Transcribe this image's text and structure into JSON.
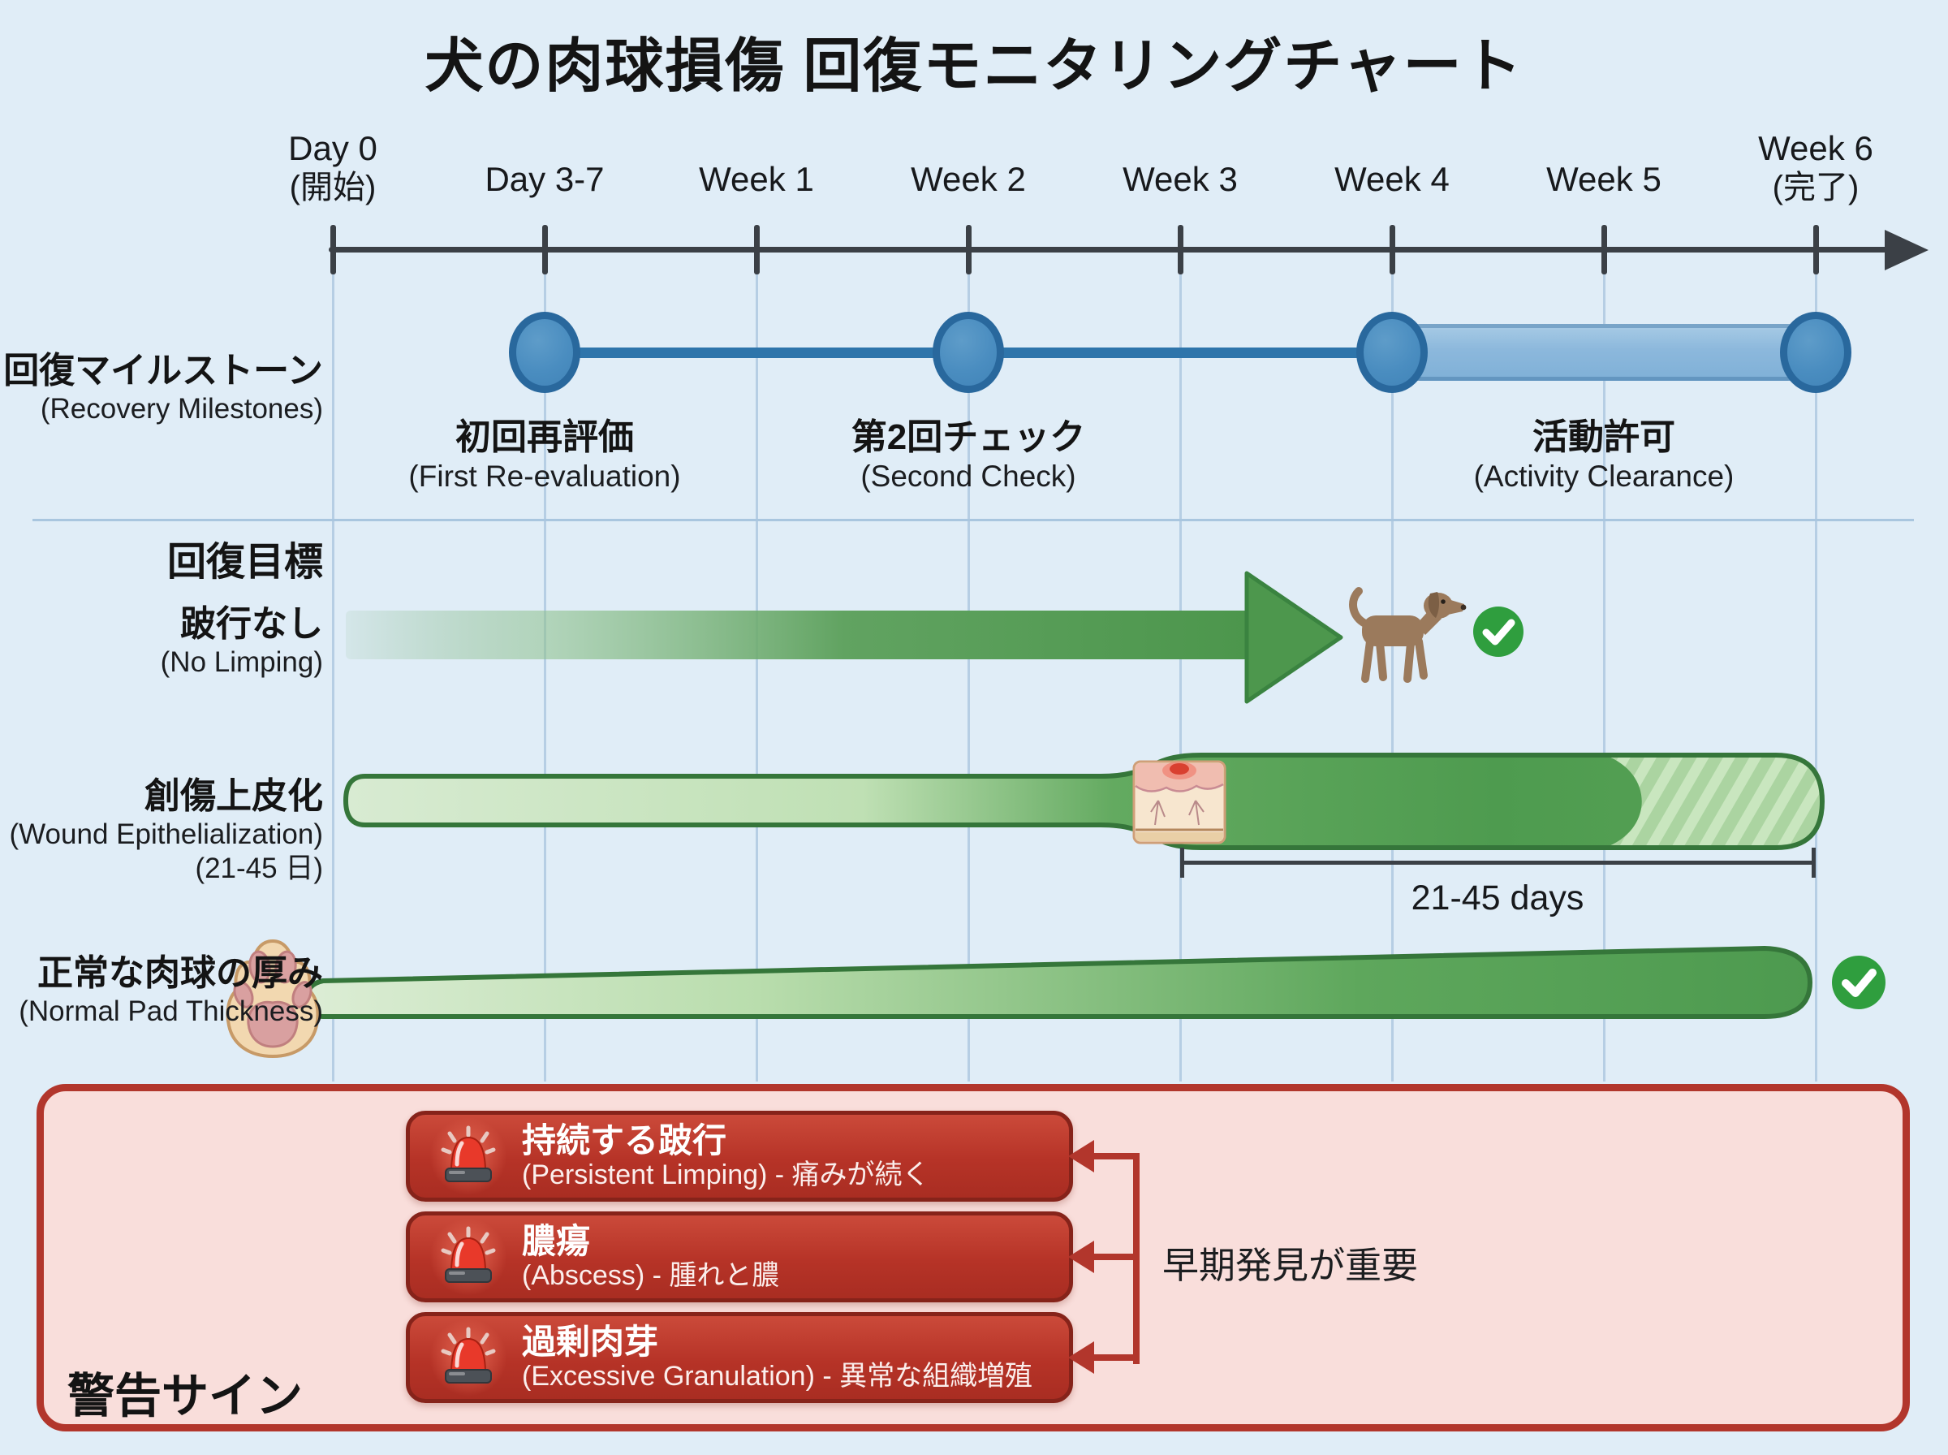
{
  "title": "犬の肉球損傷 回復モニタリングチャート",
  "timeline": {
    "ticks": [
      {
        "label": "Day 0",
        "sub": "(開始)"
      },
      {
        "label": "Day 3-7",
        "sub": ""
      },
      {
        "label": "Week 1",
        "sub": ""
      },
      {
        "label": "Week 2",
        "sub": ""
      },
      {
        "label": "Week 3",
        "sub": ""
      },
      {
        "label": "Week 4",
        "sub": ""
      },
      {
        "label": "Week 5",
        "sub": ""
      },
      {
        "label": "Week 6",
        "sub": "(完了)"
      }
    ]
  },
  "milestones": {
    "label_jp": "回復マイルストーン",
    "label_en": "(Recovery Milestones)",
    "events": [
      {
        "jp": "初回再評価",
        "en": "(First Re-evaluation)",
        "at": "Day 3-7"
      },
      {
        "jp": "第2回チェック",
        "en": "(Second Check)",
        "at": "Week 2"
      },
      {
        "jp": "活動許可",
        "en": "(Activity Clearance)",
        "at": "Week 4 - Week 6"
      }
    ]
  },
  "goals": {
    "heading": "回復目標",
    "no_limping": {
      "jp": "跛行なし",
      "en": "(No Limping)",
      "achieved_by": "Week 4"
    },
    "epithelialization": {
      "jp": "創傷上皮化",
      "en": "(Wound Epithelialization)",
      "en2": "(21-45 日)",
      "range_label": "21-45 days",
      "range": "Week 3 - Week 6"
    },
    "pad_thickness": {
      "jp": "正常な肉球の厚み",
      "en": "(Normal Pad Thickness)",
      "achieved_by": "Week 6"
    }
  },
  "warnings": {
    "heading": "警告サイン",
    "items": [
      {
        "jp": "持続する跛行",
        "en": "(Persistent Limping) - 痛みが続く"
      },
      {
        "jp": "膿瘍",
        "en": "(Abscess) - 腫れと膿"
      },
      {
        "jp": "過剰肉芽",
        "en": "(Excessive Granulation) - 異常な組織増殖"
      }
    ],
    "note": "早期発見が重要"
  },
  "icons": {
    "dog": "dog-icon",
    "paw": "paw-icon",
    "skin": "skin-cross-section-icon",
    "check": "check-circle-icon",
    "siren": "siren-icon",
    "warning": "warning-triangle-icon"
  },
  "colors": {
    "background": "#e0edf7",
    "grid": "#b6cee4",
    "axis": "#3b4046",
    "milestone_blue": "#4a8dc0",
    "milestone_blue_dark": "#29689d",
    "goal_green": "#4d9a4f",
    "goal_green_dark": "#35763a",
    "check_green": "#2f9e3e",
    "warning_red": "#b2362c",
    "warning_box_red": "#b63327",
    "warning_panel_pink": "#f9dedb"
  }
}
